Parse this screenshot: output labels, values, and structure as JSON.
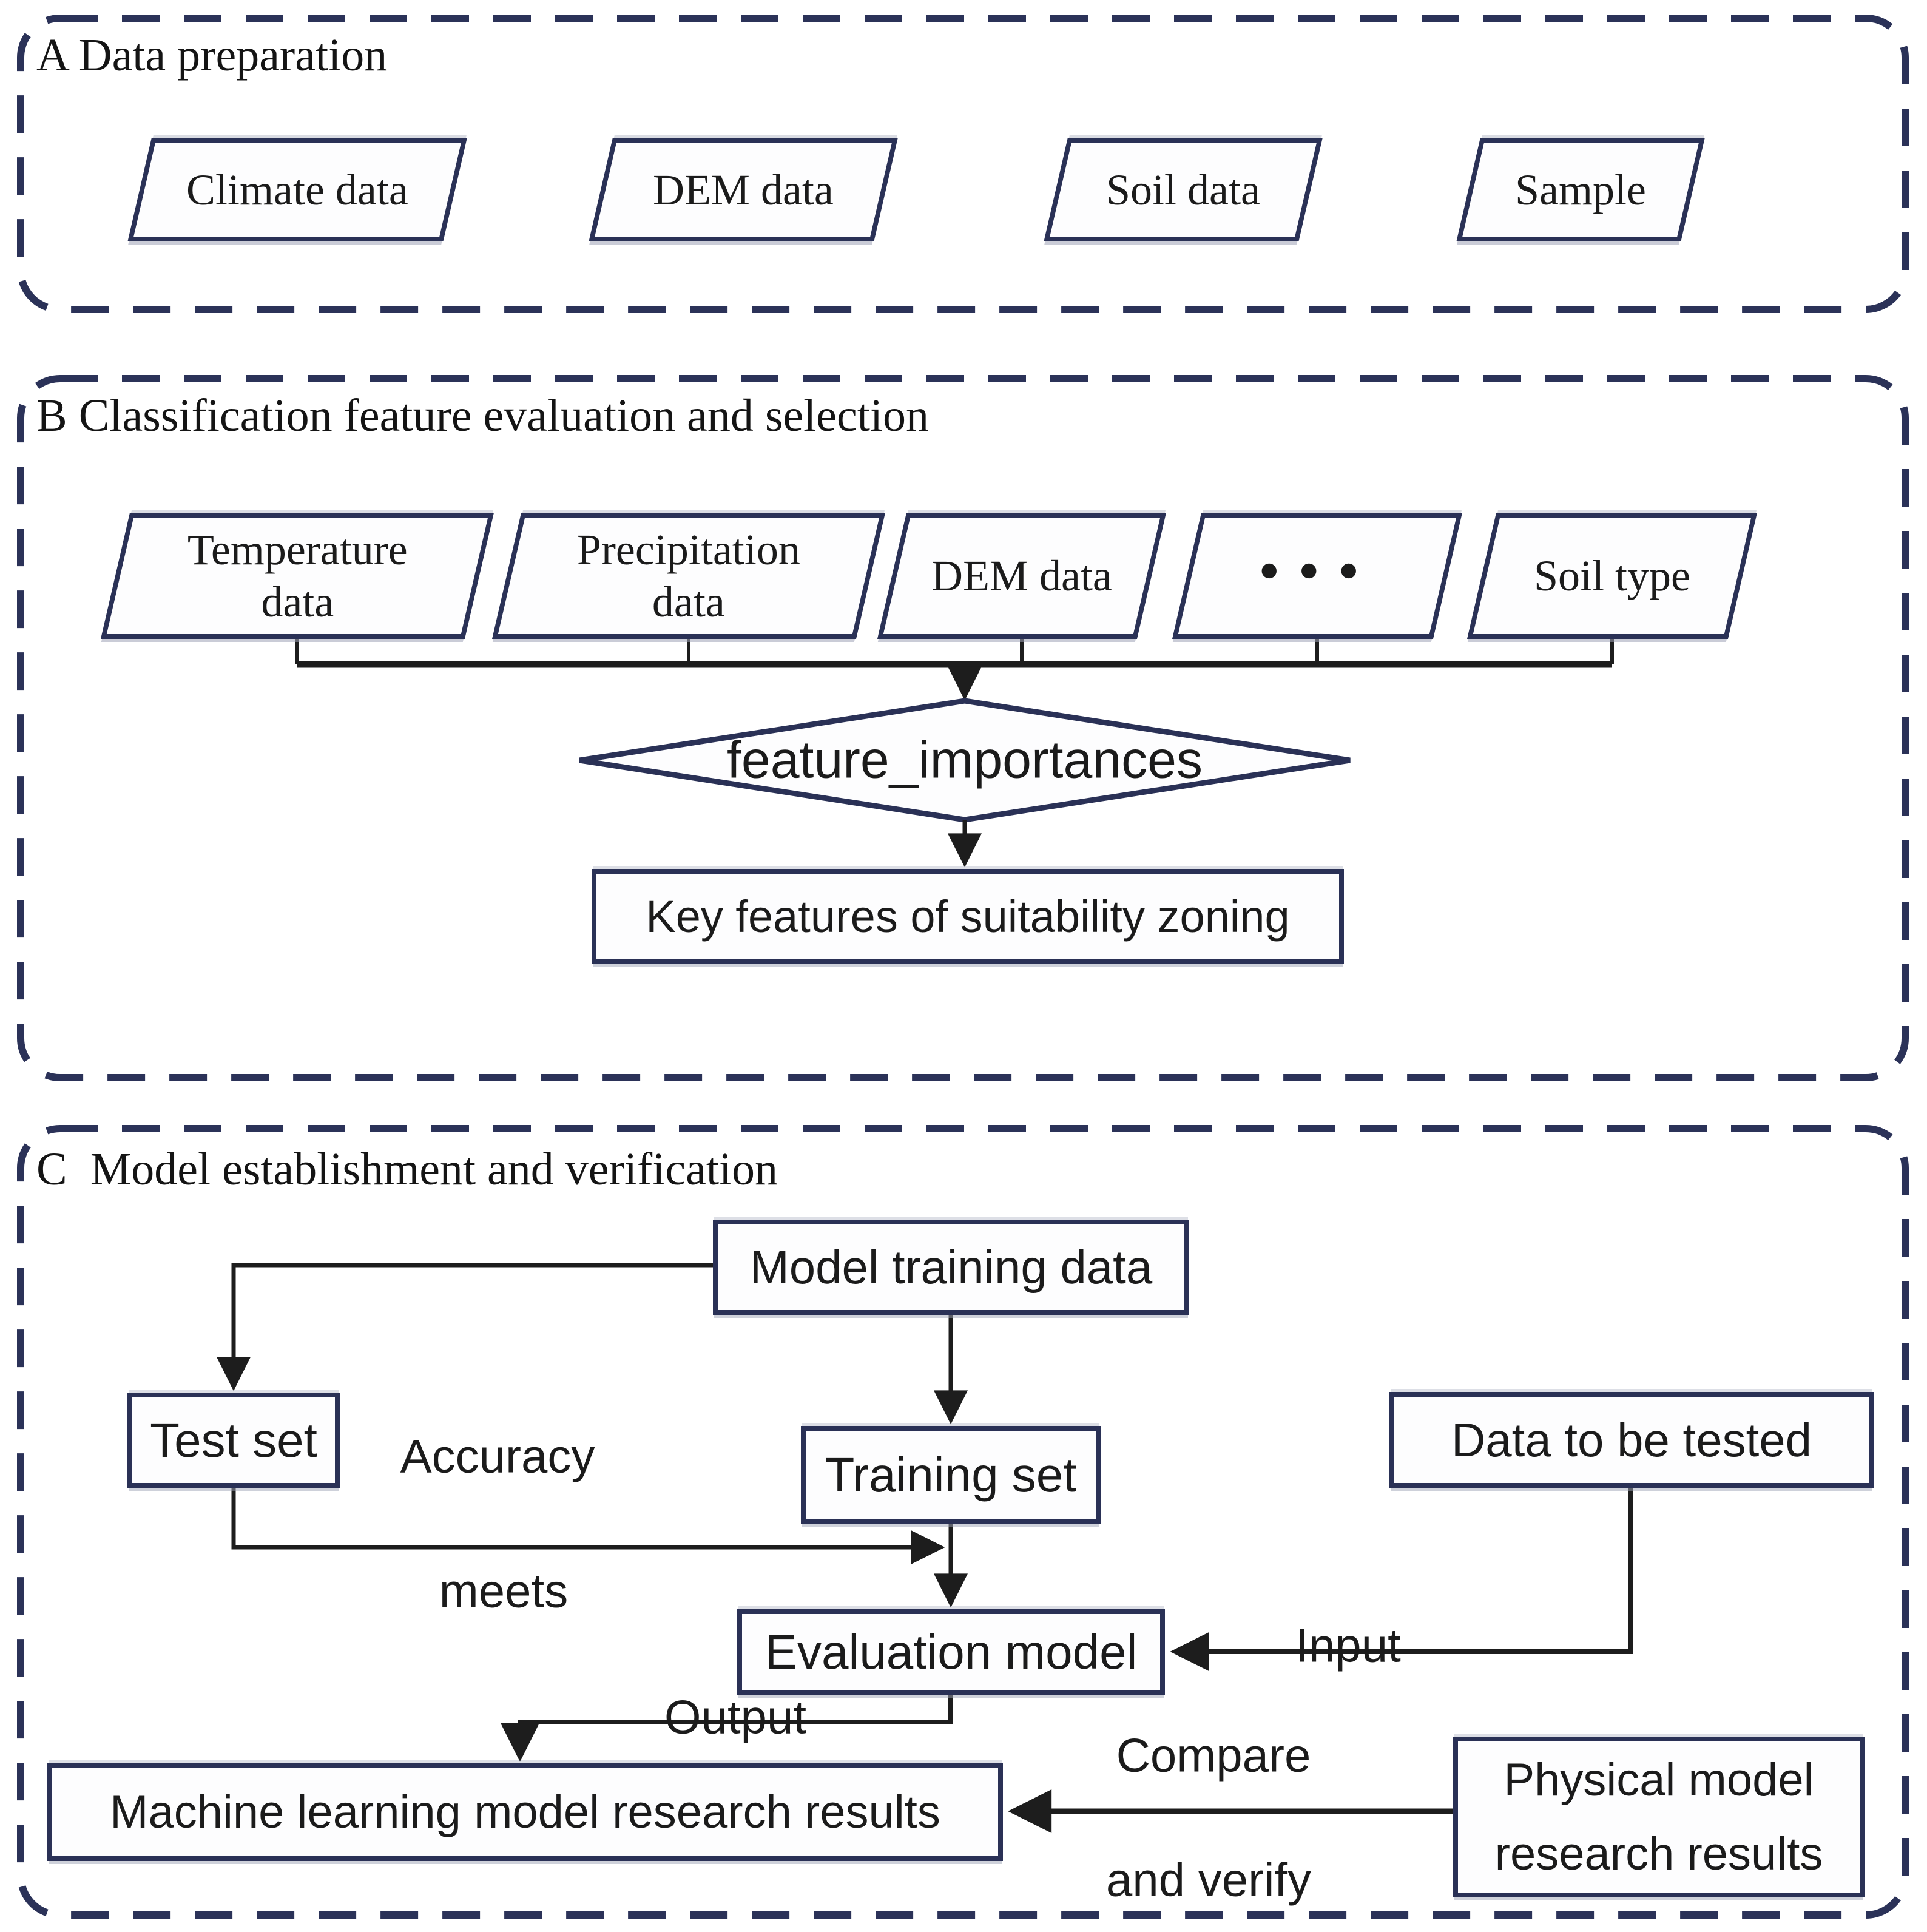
{
  "colors": {
    "panel_dash_border": "#2b3258",
    "shape_border": "#2a3156",
    "connector_line": "#1d1d1d",
    "text": "#1b1b1b",
    "background": "#ffffff"
  },
  "panel_a": {
    "title": "A Data preparation",
    "items": [
      {
        "label": "Climate data"
      },
      {
        "label": "DEM data"
      },
      {
        "label": "Soil data"
      },
      {
        "label": "Sample"
      }
    ]
  },
  "panel_b": {
    "title": "B Classification feature evaluation and selection",
    "inputs": [
      {
        "line1": "Temperature",
        "line2": "data"
      },
      {
        "line1": "Precipitation",
        "line2": "data"
      },
      {
        "line1": "DEM data",
        "line2": ""
      },
      {
        "line1": "...",
        "line2": ""
      },
      {
        "line1": "Soil type",
        "line2": ""
      }
    ],
    "decision": "feature_importances",
    "result": "Key features of suitability zoning"
  },
  "panel_c": {
    "title": "C  Model establishment and verification",
    "boxes": {
      "model_training_data": "Model training data",
      "test_set": "Test set",
      "training_set": "Training set",
      "data_to_be_tested": "Data to be tested",
      "evaluation_model": "Evaluation model",
      "ml_results": "Machine learning model research results",
      "physical_model_line1": "Physical model",
      "physical_model_line2": "research results"
    },
    "edge_labels": {
      "accuracy": "Accuracy",
      "meets": "meets",
      "input": "Input",
      "output": "Output",
      "compare": "Compare",
      "and_verify": "and verify"
    }
  }
}
